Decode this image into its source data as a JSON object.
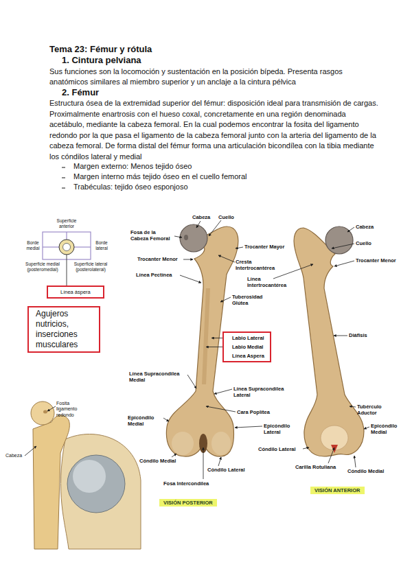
{
  "diagram": {
    "title": "Tema 23: Fémur y rótula",
    "nodes": [
      {
        "text": [
          "Línea áspera"
        ]
      },
      {
        "text": [
          "Agujeros nutricios, inserciones musculares"
        ]
      },
      {
        "text": [
          "Labio Lateral",
          "Labio Medial",
          "Línea Aspera"
        ]
      },
      {
        "text": [
          "VISIÓN POSTERIOR"
        ]
      },
      {
        "text": [
          "VISIÓN ANTERIOR"
        ]
      }
    ],
    "labels": [
      "1. Cintura pelviana",
      "Sus funciones son la locomoción y sustentación en la posición bípeda. Presenta rasgos anatómicos similares al miembro superior y un anclaje a la cintura pélvica",
      "2. Fémur",
      "Estructura ósea de la extremidad superior del fémur: disposición ideal para transmisión de cargas. Proximalmente enartrosis con el hueso coxal, concretamente en una región denominada acetábulo, mediante la cabeza femoral. En la cual podemos encontrar la fosita del ligamento redondo por la que pasa el ligamento de la cabeza femoral junto con la arteria del ligamento de la cabeza femoral. De forma distal del fémur forma una articulación bicondílea con la tibia mediante los cóndilos lateral y medial",
      "Margen externo: Menos tejido óseo",
      "Margen interno más tejido óseo en el cuello femoral",
      "Trabéculas: tejido óseo esponjoso",
      "Superficie anterior",
      "Borde medial",
      "Borde lateral",
      "Superficie medial (posteromedial)",
      "Superficie lateral (posterolateral)",
      "Fosa de la Cabeza Femoral",
      "Cabeza",
      "Cuello",
      "Trocanter Mayor",
      "Trocanter Menor",
      "Cresta Intertrocantérea",
      "Línea Pectínea",
      "Tuberosidad Glútea",
      "Línea Intertrocantérea",
      "Línea Supracondílea Medial",
      "Línea Supracondílea Lateral",
      "Cara Poplítea",
      "Epicóndilo Medial",
      "Epicóndilo Lateral",
      "Cóndilo Medial",
      "Cóndilo Lateral",
      "Fosa Intercondílea",
      "Cabeza",
      "Cuello",
      "Trocanter Menor",
      "Diáfisis",
      "Tubérculo Aductor",
      "Epicóndilo Medial",
      "Cóndilo Lateral",
      "Carilla Rotuliana",
      "Cóndilo Medial",
      "Fosita ligamento redondo",
      "Cabeza"
    ]
  }
}
